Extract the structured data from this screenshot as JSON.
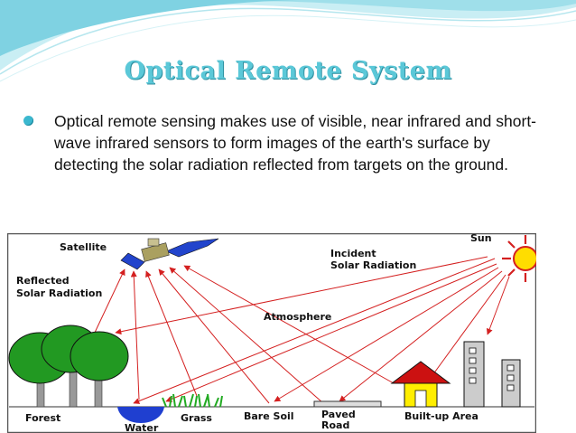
{
  "slide": {
    "title": "Optical Remote System",
    "bullet": "Optical remote sensing makes use of visible, near infrared and short-wave infrared sensors to form images of the earth's surface by detecting the solar radiation reflected from targets on the ground."
  },
  "diagram": {
    "labels": {
      "satellite": "Satellite",
      "sun": "Sun",
      "incident_1": "Incident",
      "incident_2": "Solar Radiation",
      "reflected_1": "Reflected",
      "reflected_2": "Solar Radiation",
      "atmosphere": "Atmosphere",
      "forest": "Forest",
      "water": "Water",
      "grass": "Grass",
      "bare_soil": "Bare Soil",
      "paved_1": "Paved",
      "paved_2": "Road",
      "built_up": "Built-up Area"
    }
  },
  "colors": {
    "title": "#5bc8d8",
    "bullet_marker": "#3bb8cf",
    "rays": "#d42020",
    "sun": "#ffdd00",
    "house_wall": "#ffee00",
    "satellite_panel": "#2244cc",
    "water": "#1f3fd0",
    "tree": "#229922",
    "grass": "#22aa22",
    "building": "#cccccc"
  }
}
